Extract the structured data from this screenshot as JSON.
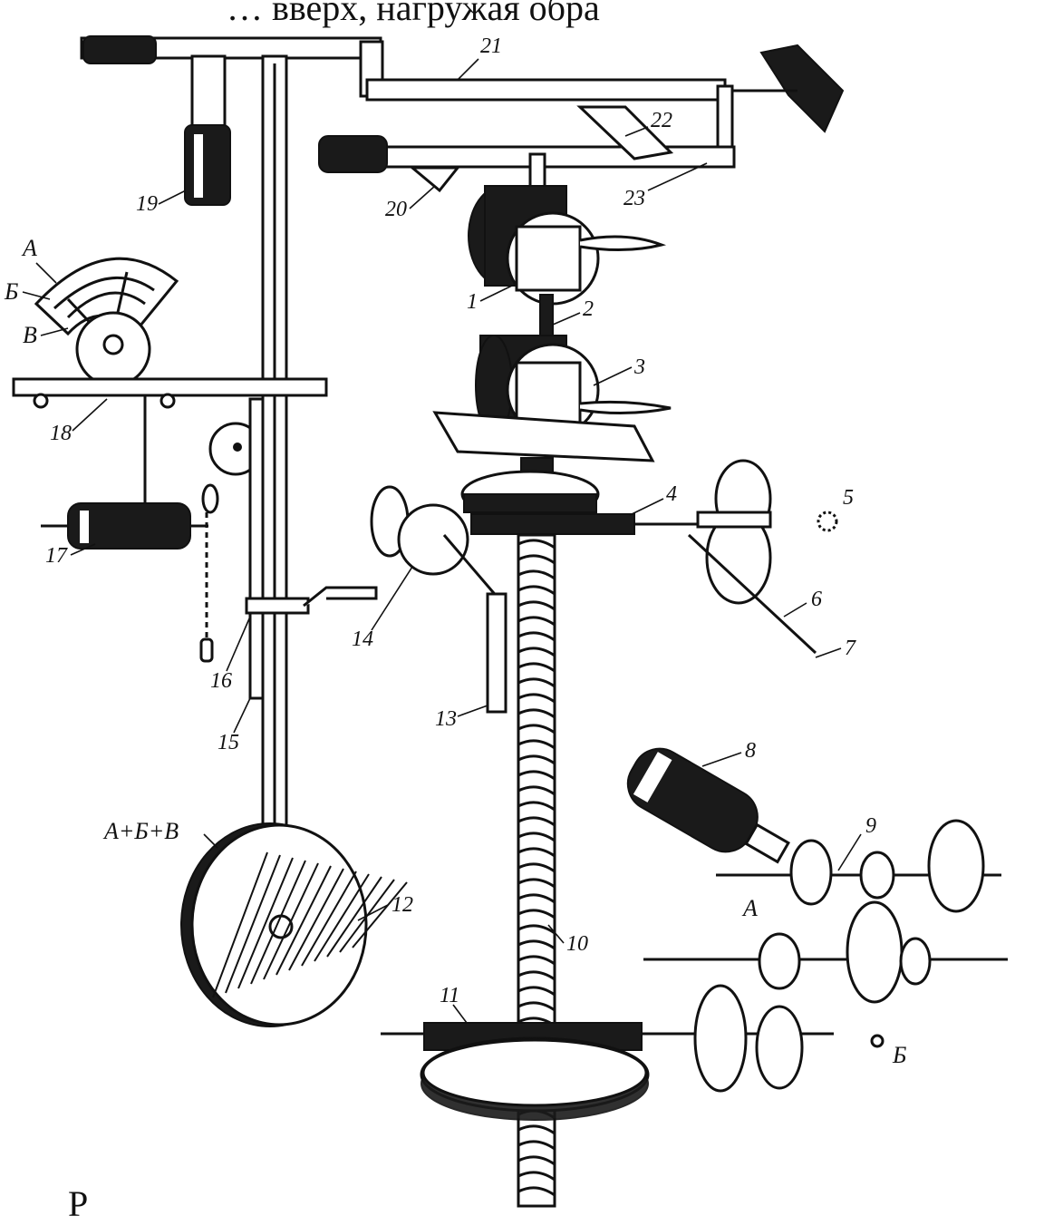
{
  "header_text": "… вверх, нагружая обра",
  "caption_fragment": "Р",
  "labels": {
    "n1": "1",
    "n2": "2",
    "n3": "3",
    "n4": "4",
    "n5": "5",
    "n6": "6",
    "n7": "7",
    "n8": "8",
    "n9": "9",
    "n10": "10",
    "n11": "11",
    "n12": "12",
    "n13": "13",
    "n14": "14",
    "n15": "15",
    "n16": "16",
    "n17": "17",
    "n18": "18",
    "n19": "19",
    "n20": "20",
    "n21": "21",
    "n22": "22",
    "n23": "23",
    "scale_a": "А",
    "scale_b": "Б",
    "scale_v": "В",
    "gear_a": "А",
    "gear_b": "Б",
    "weight_sum": "А+Б+В"
  }
}
